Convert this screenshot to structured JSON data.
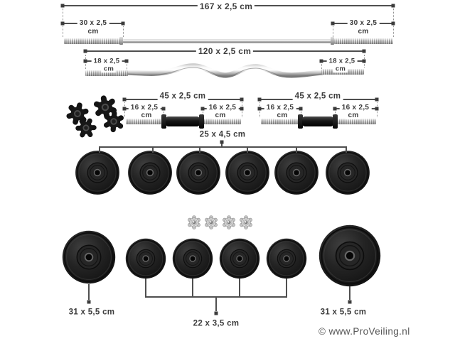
{
  "straight_bar": {
    "total_label": "167 x 2,5 cm",
    "left_end_label": "30 x 2,5",
    "left_end_unit": "cm",
    "right_end_label": "30 x 2,5",
    "right_end_unit": "cm"
  },
  "curl_bar": {
    "total_label": "120 x 2,5 cm",
    "left_end_label": "18 x 2,5",
    "left_end_unit": "cm",
    "right_end_label": "18 x 2,5",
    "right_end_unit": "cm"
  },
  "dumbbell_left": {
    "total_label": "45 x 2,5 cm",
    "left_grip_label": "16 x 2,5",
    "left_grip_unit": "cm",
    "right_grip_label": "16 x 2,5",
    "right_grip_unit": "cm"
  },
  "dumbbell_right": {
    "total_label": "45 x 2,5 cm",
    "left_grip_label": "16 x 2,5",
    "left_grip_unit": "cm",
    "right_grip_label": "16 x 2,5",
    "right_grip_unit": "cm"
  },
  "plates_medium": {
    "label": "25 x 4,5 cm",
    "count": 6
  },
  "plates_small": {
    "label": "22 x 3,5 cm",
    "count": 4
  },
  "plate_large_left": {
    "label": "31 x 5,5 cm"
  },
  "plate_large_right": {
    "label": "31 x 5,5 cm"
  },
  "collars": {
    "count": 4
  },
  "nuts": {
    "count": 4
  },
  "watermark": "© www.ProVeiling.nl",
  "colors": {
    "background": "#ffffff",
    "dimension_line": "#4f4f4f",
    "label_text": "#3c3c3c",
    "plate_black": "#1a1a1a",
    "chrome_light": "#f5f5f5",
    "chrome_dark": "#8a8a8a",
    "watermark_text": "#565656"
  }
}
